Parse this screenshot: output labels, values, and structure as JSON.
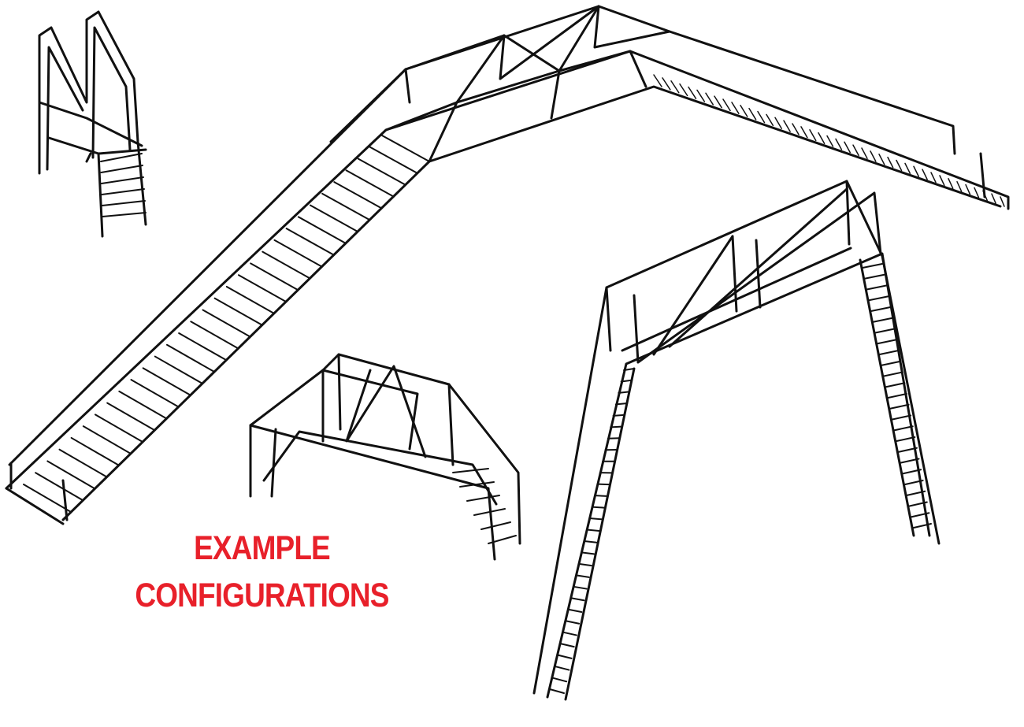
{
  "caption": {
    "line1": "EXAMPLE",
    "line2": "CONFIGURATIONS",
    "color": "#e8202a"
  },
  "illustrations": [
    "crossover-stair-small",
    "long-stair-bridge-ramp",
    "small-stair-bridge",
    "ladder-bridge"
  ]
}
